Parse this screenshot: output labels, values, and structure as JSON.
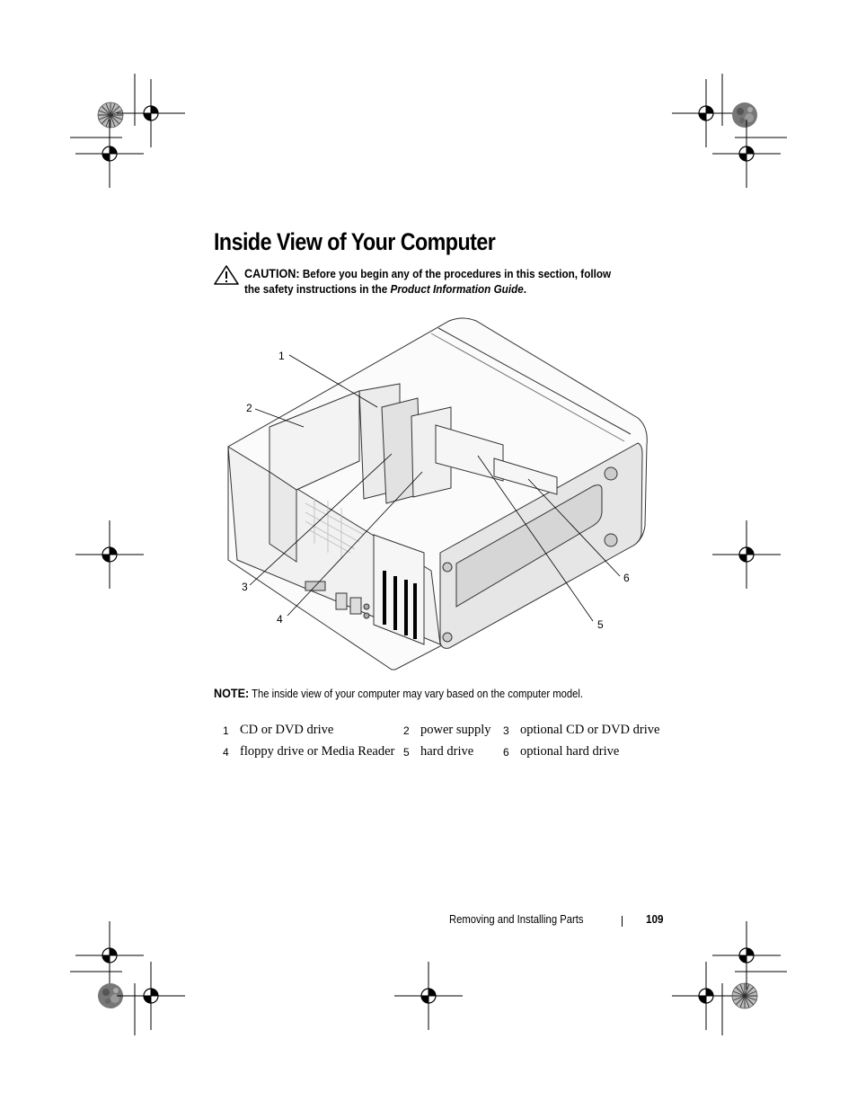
{
  "page": {
    "title": "Inside View of Your Computer",
    "caution": {
      "icon": "caution-triangle-icon",
      "lead": "CAUTION:",
      "text_before": " Before you begin any of the procedures in this section, follow the safety instructions in the ",
      "guide": "Product Information Guide",
      "text_after": "."
    },
    "figure": {
      "callouts": [
        "1",
        "2",
        "3",
        "4",
        "5",
        "6"
      ]
    },
    "note": {
      "lead": "NOTE:",
      "text": " The inside view of your computer may vary based on the computer model."
    },
    "legend": [
      {
        "num": "1",
        "label": "CD or DVD drive"
      },
      {
        "num": "2",
        "label": "power supply"
      },
      {
        "num": "3",
        "label": "optional CD or DVD drive"
      },
      {
        "num": "4",
        "label": "floppy drive or Media Reader"
      },
      {
        "num": "5",
        "label": "hard drive"
      },
      {
        "num": "6",
        "label": "optional hard drive"
      }
    ],
    "footer": {
      "section": "Removing and Installing Parts",
      "page_number": "109"
    }
  }
}
